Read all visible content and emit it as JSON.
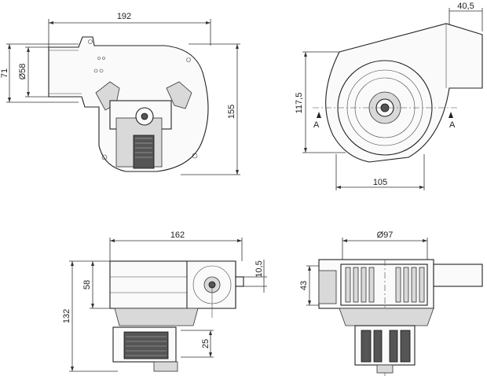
{
  "views": {
    "side_top_left": {
      "dims": {
        "width": "192",
        "height": "155",
        "outlet_height": "71",
        "outlet_diameter": "Ø58"
      }
    },
    "front_top_right": {
      "dims": {
        "outlet_offset": "40,5",
        "center_height": "117,5",
        "base_width": "105",
        "section_left": "A",
        "section_right": "A"
      }
    },
    "top_bottom_left": {
      "dims": {
        "length": "162",
        "total_height": "132",
        "motor_height": "58",
        "flange": "10,5",
        "coil": "25"
      }
    },
    "section_bottom_right": {
      "dims": {
        "impeller_diameter": "Ø97",
        "impeller_height": "43"
      }
    }
  }
}
